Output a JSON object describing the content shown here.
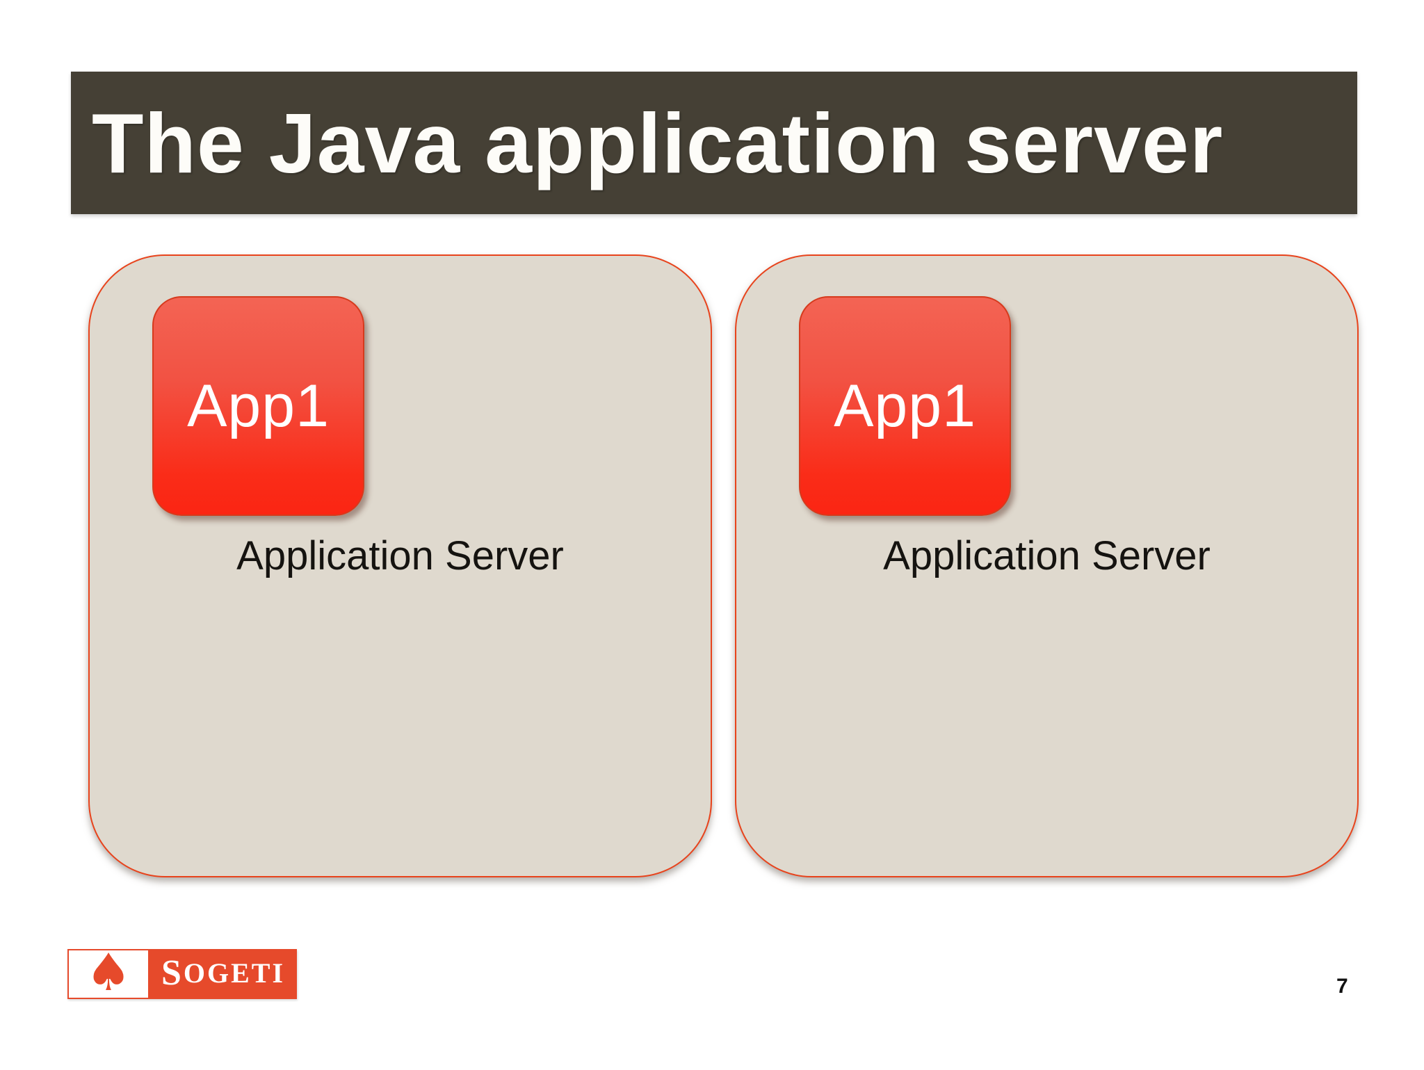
{
  "slide": {
    "title": "The Java application server",
    "page_number": "7"
  },
  "diagram": {
    "servers": [
      {
        "app_label": "App1",
        "server_label": "Application Server"
      },
      {
        "app_label": "App1",
        "server_label": "Application Server"
      }
    ]
  },
  "logo": {
    "spade_glyph": "♠",
    "name_first_letter": "S",
    "name_rest": "OGETI"
  },
  "colors": {
    "header_background": "#454035",
    "title_text": "#fdfcf8",
    "container_fill": "#dfd9ce",
    "container_border": "#e8431c",
    "app_box_gradient_top": "#f36454",
    "app_box_gradient_bottom": "#fb2513",
    "app_box_border": "#d63a1d",
    "app_box_text": "#ffffff",
    "server_label_text": "#151310",
    "logo_red": "#e64a2b",
    "page_number_text": "#111111"
  }
}
